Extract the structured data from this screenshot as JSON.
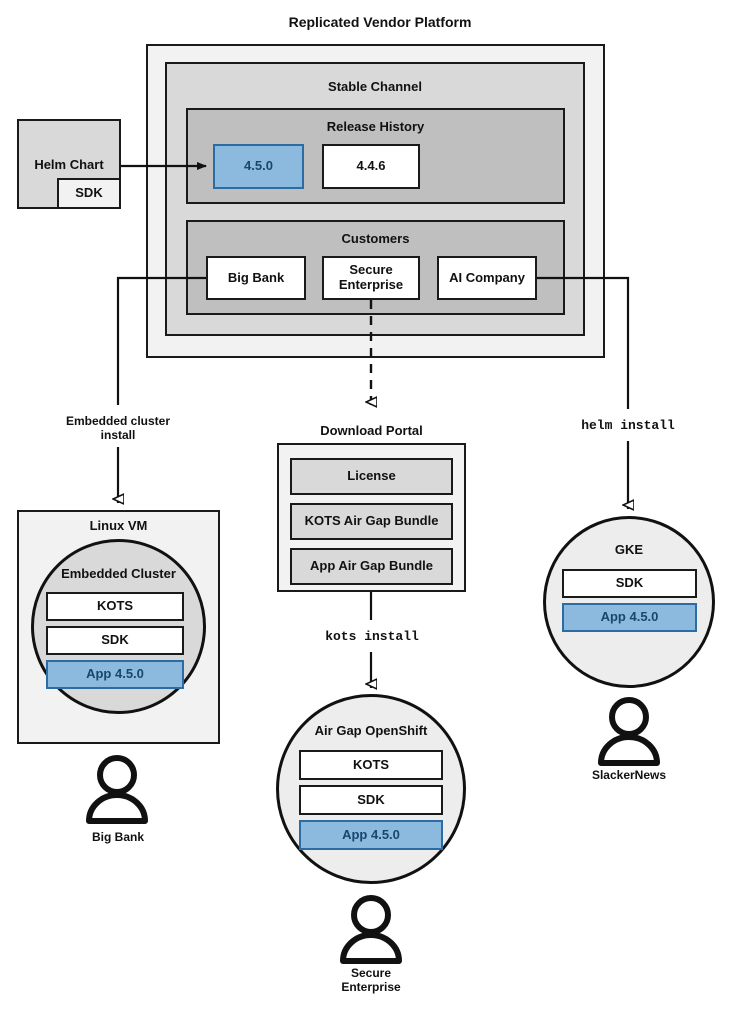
{
  "diagram": {
    "title": "Replicated Vendor Platform",
    "platform": {
      "channel_title": "Stable Channel",
      "release_history_title": "Release History",
      "releases": [
        {
          "label": "4.5.0",
          "highlighted": true
        },
        {
          "label": "4.4.6",
          "highlighted": false
        }
      ],
      "customers_title": "Customers",
      "customers": [
        {
          "label": "Big Bank"
        },
        {
          "label": "Secure\nEnterprise"
        },
        {
          "label": "AI Company"
        }
      ]
    },
    "helm_chart": {
      "label": "Helm Chart",
      "sdk_label": "SDK"
    },
    "edges": [
      {
        "label": "Embedded cluster\ninstall",
        "style": "solid"
      },
      {
        "label": "kots install",
        "style": "solid",
        "mono": true
      },
      {
        "label": "helm install",
        "style": "solid",
        "mono": true
      }
    ],
    "download_portal": {
      "title": "Download Portal",
      "items": [
        {
          "label": "License"
        },
        {
          "label": "KOTS Air Gap Bundle"
        },
        {
          "label": "App Air Gap Bundle"
        }
      ]
    },
    "linux_vm": {
      "title": "Linux VM",
      "cluster_title": "Embedded Cluster",
      "items": [
        {
          "label": "KOTS",
          "highlighted": false
        },
        {
          "label": "SDK",
          "highlighted": false
        },
        {
          "label": "App 4.5.0",
          "highlighted": true
        }
      ],
      "user_label": "Big Bank",
      "user_icon": "person-icon"
    },
    "airgap_openshift": {
      "title": "Air Gap OpenShift",
      "items": [
        {
          "label": "KOTS",
          "highlighted": false
        },
        {
          "label": "SDK",
          "highlighted": false
        },
        {
          "label": "App 4.5.0",
          "highlighted": true
        }
      ],
      "user_label": "Secure\nEnterprise",
      "user_icon": "person-icon"
    },
    "gke": {
      "title": "GKE",
      "items": [
        {
          "label": "SDK",
          "highlighted": false
        },
        {
          "label": "App 4.5.0",
          "highlighted": true
        }
      ],
      "user_label": "SlackerNews",
      "user_icon": "person-icon"
    },
    "colors": {
      "highlight_fill": "#8cb9de",
      "highlight_border": "#2d6ca3",
      "highlight_text": "#16486f",
      "level1_fill": "#f2f2f2",
      "level2_fill": "#d9d9d9",
      "level3_fill": "#bfbfbf",
      "stroke": "#111111"
    }
  }
}
